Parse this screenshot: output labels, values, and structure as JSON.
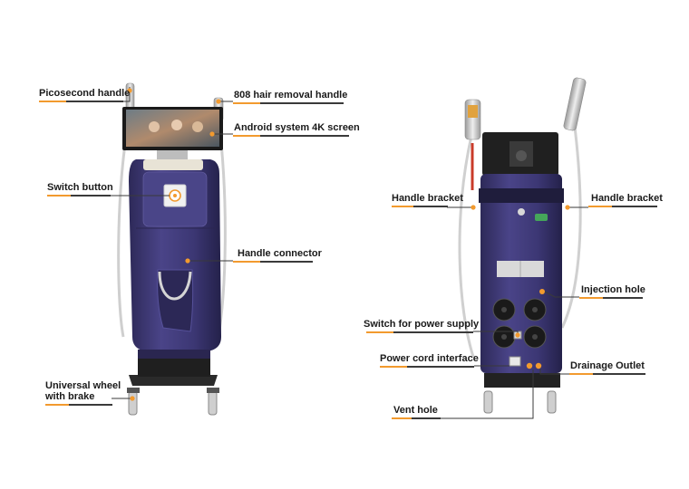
{
  "front_view": {
    "labels": {
      "picosecond_handle": "Picosecond handle",
      "hair_removal_handle": "808 hair removal handle",
      "screen": "Android system 4K screen",
      "switch_button": "Switch button",
      "handle_connector": "Handle connector",
      "wheel_line1": "Universal wheel",
      "wheel_line2": "with brake"
    }
  },
  "back_view": {
    "labels": {
      "handle_bracket_left": "Handle bracket",
      "handle_bracket_right": "Handle bracket",
      "injection_hole": "Injection hole",
      "power_switch": "Switch for power supply",
      "power_cord": "Power cord interface",
      "drainage_outlet": "Drainage Outlet",
      "vent_hole": "Vent hole"
    }
  },
  "colors": {
    "accent": "#f29a2e",
    "body_purple": "#3f3a78",
    "leader_line": "#3a3a3a",
    "handle_gray": "#c8c8c8"
  }
}
